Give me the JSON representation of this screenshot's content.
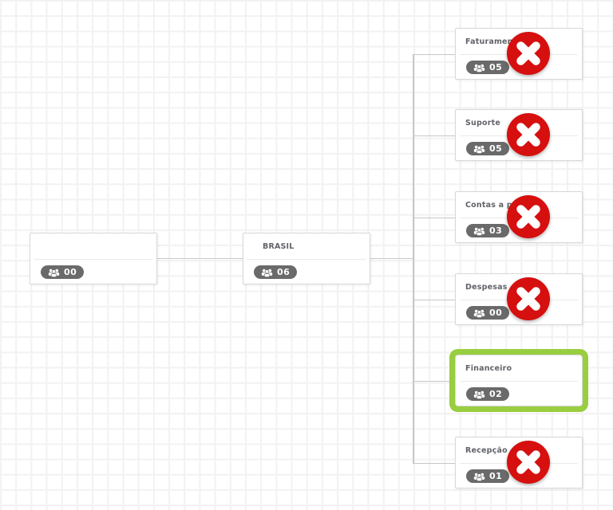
{
  "colors": {
    "delete_red": "#d60f0f",
    "selected_green": "#98ce3f",
    "badge_background": "#6a6a6a",
    "connector_gray": "#c9c7c9"
  },
  "icons": {
    "members": "users-icon",
    "delete": "x-icon"
  },
  "org_chart": {
    "root": {
      "title": "",
      "members_count": "00",
      "selected": false,
      "has_delete": false
    },
    "company": {
      "title": "BRASIL",
      "members_count": "06",
      "selected": false,
      "has_delete": false
    },
    "departments": [
      {
        "title": "Faturamento",
        "members_count": "05",
        "selected": false,
        "has_delete": true
      },
      {
        "title": "Suporte",
        "members_count": "05",
        "selected": false,
        "has_delete": true
      },
      {
        "title": "Contas a pagar",
        "members_count": "03",
        "selected": false,
        "has_delete": true
      },
      {
        "title": "Despesas",
        "members_count": "00",
        "selected": false,
        "has_delete": true
      },
      {
        "title": "Financeiro",
        "members_count": "02",
        "selected": true,
        "has_delete": false
      },
      {
        "title": "Recepção",
        "members_count": "01",
        "selected": false,
        "has_delete": true
      }
    ]
  }
}
